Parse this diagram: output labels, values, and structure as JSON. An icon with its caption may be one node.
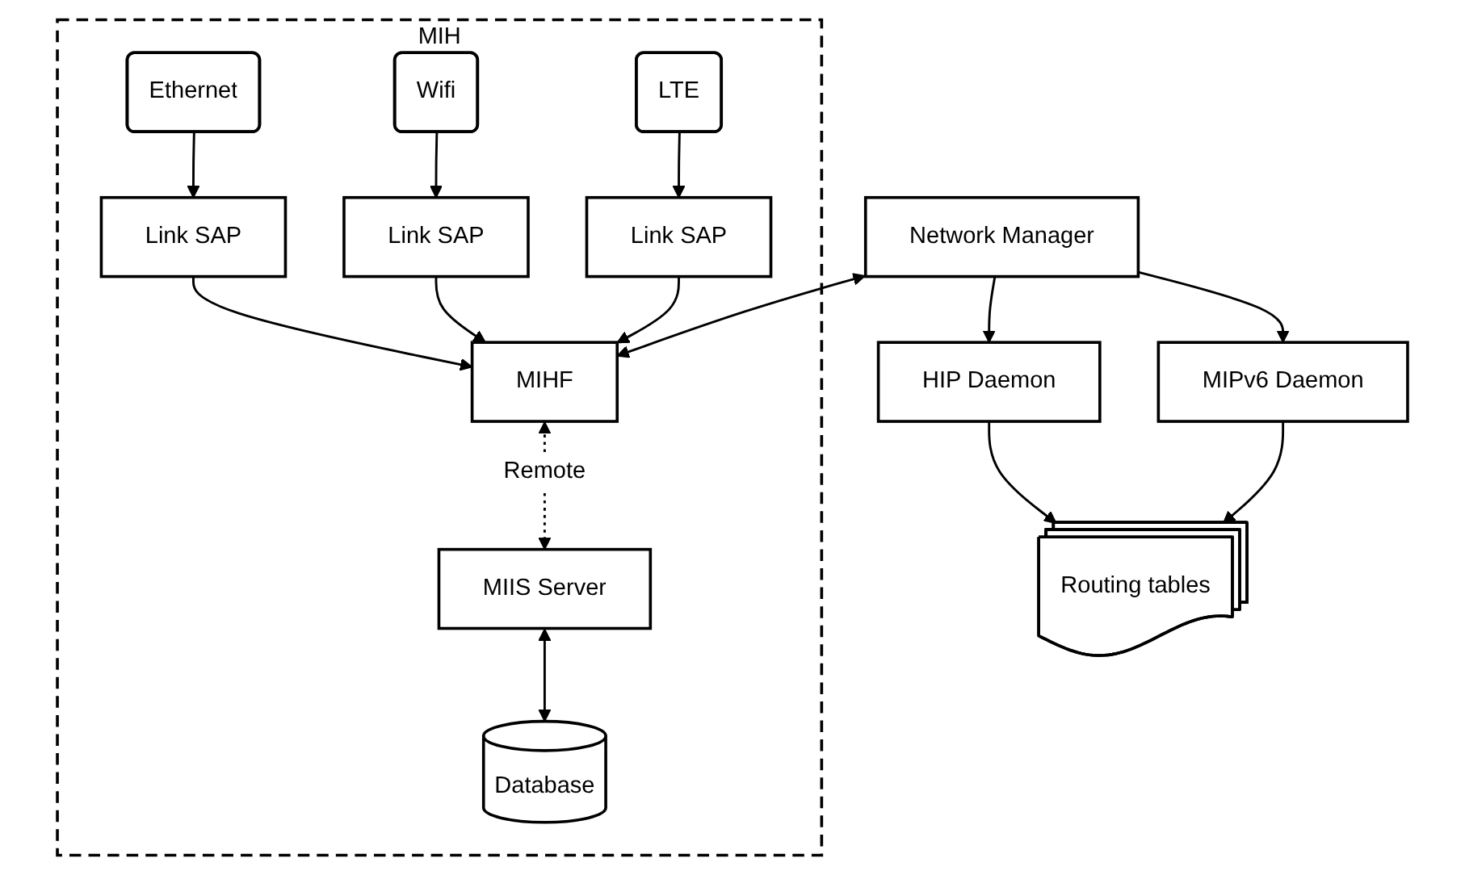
{
  "diagram": {
    "nodes": [
      {
        "text": [
          "Network Manager"
        ]
      },
      {
        "text": [
          "HIP Daemon"
        ]
      },
      {
        "text": [
          "MIPv6 Daemon"
        ]
      },
      {
        "text": [
          "Routing tables"
        ]
      },
      {
        "text": [
          "MIH"
        ]
      },
      {
        "text": [
          "MIHF"
        ],
        "in": 4
      },
      {
        "text": [
          "MIIS Server"
        ],
        "in": 4
      },
      {
        "text": [
          "Link SAP"
        ],
        "in": 4
      },
      {
        "text": [
          "Link SAP"
        ],
        "in": 4
      },
      {
        "text": [
          "Link SAP"
        ],
        "in": 4
      },
      {
        "text": [
          "Ethernet"
        ],
        "in": 4
      },
      {
        "text": [
          "Wifi"
        ],
        "in": 4
      },
      {
        "text": [
          "LTE"
        ],
        "in": 4
      },
      {
        "text": [
          "Database"
        ],
        "in": 4
      }
    ],
    "edges": [
      {
        "from": 0,
        "to": 1,
        "arrow": "to"
      },
      {
        "from": 0,
        "to": 2,
        "arrow": "to"
      },
      {
        "from": 1,
        "to": 3,
        "arrow": "to"
      },
      {
        "from": 2,
        "to": 3,
        "arrow": "to"
      },
      {
        "from": 0,
        "to": 5,
        "arrow": "both"
      },
      {
        "from": 5,
        "to": 6,
        "arrow": "both",
        "label": "Remote",
        "style": "dashed"
      },
      {
        "from": 7,
        "to": 5,
        "arrow": "to"
      },
      {
        "from": 8,
        "to": 5,
        "arrow": "to"
      },
      {
        "from": 9,
        "to": 5,
        "arrow": "to"
      },
      {
        "from": 10,
        "to": 7,
        "arrow": "to"
      },
      {
        "from": 11,
        "to": 8,
        "arrow": "to"
      },
      {
        "from": 12,
        "to": 9,
        "arrow": "to"
      },
      {
        "from": 6,
        "to": 13,
        "arrow": "both"
      }
    ]
  }
}
